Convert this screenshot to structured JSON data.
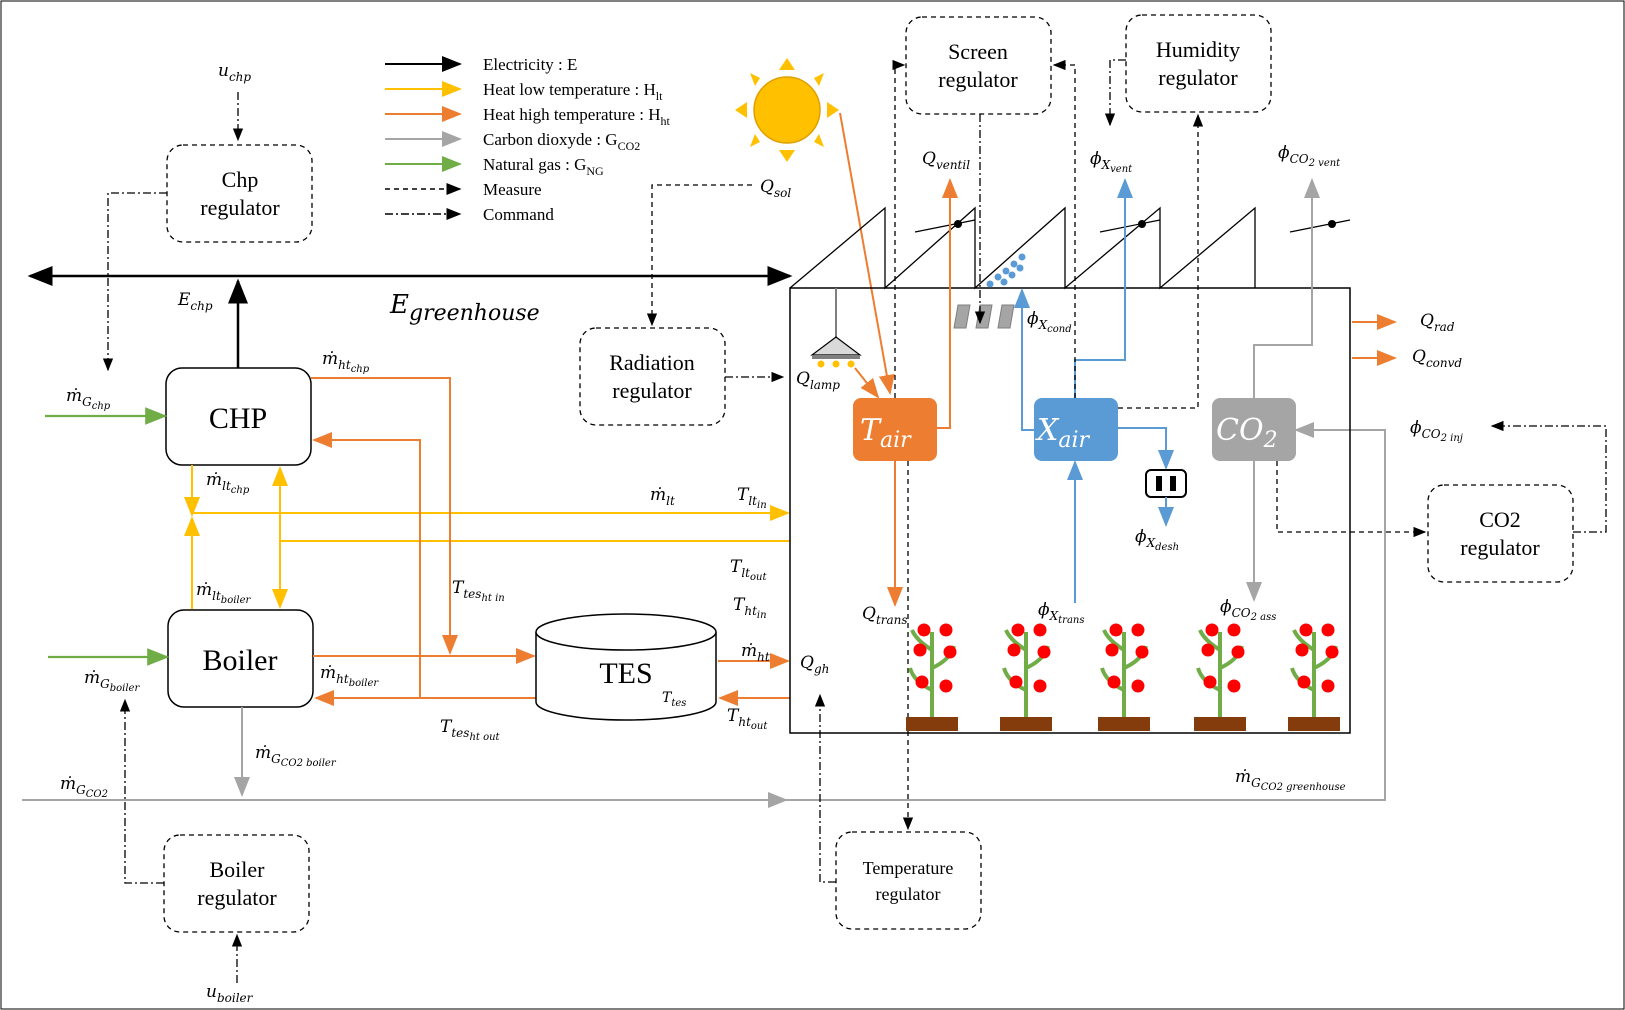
{
  "colors": {
    "electricity": "#000000",
    "heat_low": "#FFC000",
    "heat_high": "#ED7D31",
    "co2": "#A5A5A5",
    "natural_gas": "#70AD47",
    "t_air_box": "#ED7D31",
    "x_air_box": "#5B9BD5",
    "co2_box": "#A5A5A5",
    "sun": "#FFC000",
    "soil": "#843C0C",
    "tomato": "#FF0000",
    "stem": "#70AD47",
    "humidity_line": "#5B9BD5"
  },
  "legend": [
    {
      "label": "Electricity : E",
      "style": "solid",
      "color": "#000000"
    },
    {
      "label": "Heat low temperature : H",
      "sub": "lt",
      "style": "solid",
      "color": "#FFC000"
    },
    {
      "label": "Heat high temperature : H",
      "sub": "ht",
      "style": "solid",
      "color": "#ED7D31"
    },
    {
      "label": "Carbon dioxyde : G",
      "sub": "CO2",
      "style": "solid",
      "color": "#A5A5A5"
    },
    {
      "label": "Natural gas  : G",
      "sub": "NG",
      "style": "solid",
      "color": "#70AD47"
    },
    {
      "label": "Measure",
      "style": "dashed",
      "color": "#000000"
    },
    {
      "label": "Command",
      "style": "dashdot",
      "color": "#000000"
    }
  ],
  "regulators": {
    "chp": [
      "Chp",
      "regulator"
    ],
    "boiler": [
      "Boiler",
      "regulator"
    ],
    "radiation": [
      "Radiation",
      "regulator"
    ],
    "screen": [
      "Screen",
      "regulator"
    ],
    "humidity": [
      "Humidity",
      "regulator"
    ],
    "co2": [
      "CO2",
      "regulator"
    ],
    "temperature": [
      "Temperature",
      "regulator"
    ]
  },
  "units": {
    "chp": "CHP",
    "boiler": "Boiler",
    "tes": "TES"
  },
  "symbols": {
    "u_chp": {
      "base": "u",
      "sub": "chp"
    },
    "u_boiler": {
      "base": "u",
      "sub": "boiler"
    },
    "e_chp": {
      "base": "E",
      "sub": "chp"
    },
    "e_greenhouse": {
      "base": "E",
      "sub": "greenhouse"
    },
    "m_g_chp": {
      "base": "ṁ",
      "sub": "G",
      "subsub": "chp"
    },
    "m_ht_chp": {
      "base": "ṁ",
      "sub": "ht",
      "subsub": "chp"
    },
    "m_lt_chp": {
      "base": "ṁ",
      "sub": "lt",
      "subsub": "chp"
    },
    "m_lt": {
      "base": "ṁ",
      "sub": "lt"
    },
    "t_lt_in": {
      "base": "T",
      "sub": "lt",
      "subsub": "in"
    },
    "t_lt_out": {
      "base": "T",
      "sub": "lt",
      "subsub": "out"
    },
    "m_lt_boiler": {
      "base": "ṁ",
      "sub": "lt",
      "subsub": "boiler"
    },
    "m_g_boiler": {
      "base": "ṁ",
      "sub": "G",
      "subsub": "boiler"
    },
    "m_ht_boiler": {
      "base": "ṁ",
      "sub": "ht",
      "subsub": "boiler"
    },
    "t_tes_ht_in": {
      "base": "T",
      "sub": "tes",
      "subsub": "ht in"
    },
    "t_tes_ht_out": {
      "base": "T",
      "sub": "tes",
      "subsub": "ht out"
    },
    "t_tes": {
      "base": "T",
      "sub": "tes"
    },
    "t_ht_in": {
      "base": "T",
      "sub": "ht",
      "subsub": "in"
    },
    "m_ht": {
      "base": "ṁ",
      "sub": "ht"
    },
    "t_ht_out": {
      "base": "T",
      "sub": "ht",
      "subsub": "out"
    },
    "m_g_co2_boiler": {
      "base": "ṁ",
      "sub": "G",
      "subsub": "CO2 boiler"
    },
    "m_g_co2": {
      "base": "ṁ",
      "sub": "G",
      "subsub": "CO2"
    },
    "m_g_co2_greenhouse": {
      "base": "ṁ",
      "sub": "G",
      "subsub": "CO2 greenhouse"
    },
    "q_sol": {
      "base": "Q",
      "sub": "sol"
    },
    "q_lamp": {
      "base": "Q",
      "sub": "lamp"
    },
    "q_ventil": {
      "base": "Q",
      "sub": "ventil"
    },
    "q_trans": {
      "base": "Q",
      "sub": "trans"
    },
    "q_gh": {
      "base": "Q",
      "sub": "gh"
    },
    "q_rad": {
      "base": "Q",
      "sub": "rad"
    },
    "q_convd": {
      "base": "Q",
      "sub": "convd"
    },
    "phi_x_vent": {
      "base": "ϕ",
      "sub": "X",
      "subsub": "vent"
    },
    "phi_x_cond": {
      "base": "ϕ",
      "sub": "X",
      "subsub": "cond"
    },
    "phi_x_desh": {
      "base": "ϕ",
      "sub": "X",
      "subsub": "desh"
    },
    "phi_x_trans": {
      "base": "ϕ",
      "sub": "X",
      "subsub": "trans"
    },
    "phi_co2_vent": {
      "base": "ϕ",
      "sub": "CO",
      "subsub": "2 vent"
    },
    "phi_co2_inj": {
      "base": "ϕ",
      "sub": "CO",
      "subsub": "2 inj"
    },
    "phi_co2_ass": {
      "base": "ϕ",
      "sub": "CO",
      "subsub": "2 ass"
    },
    "t_air": {
      "base": "T",
      "sub": "air"
    },
    "x_air": {
      "base": "X",
      "sub": "air"
    },
    "co2_node": {
      "base": "CO",
      "sub": "2"
    }
  }
}
